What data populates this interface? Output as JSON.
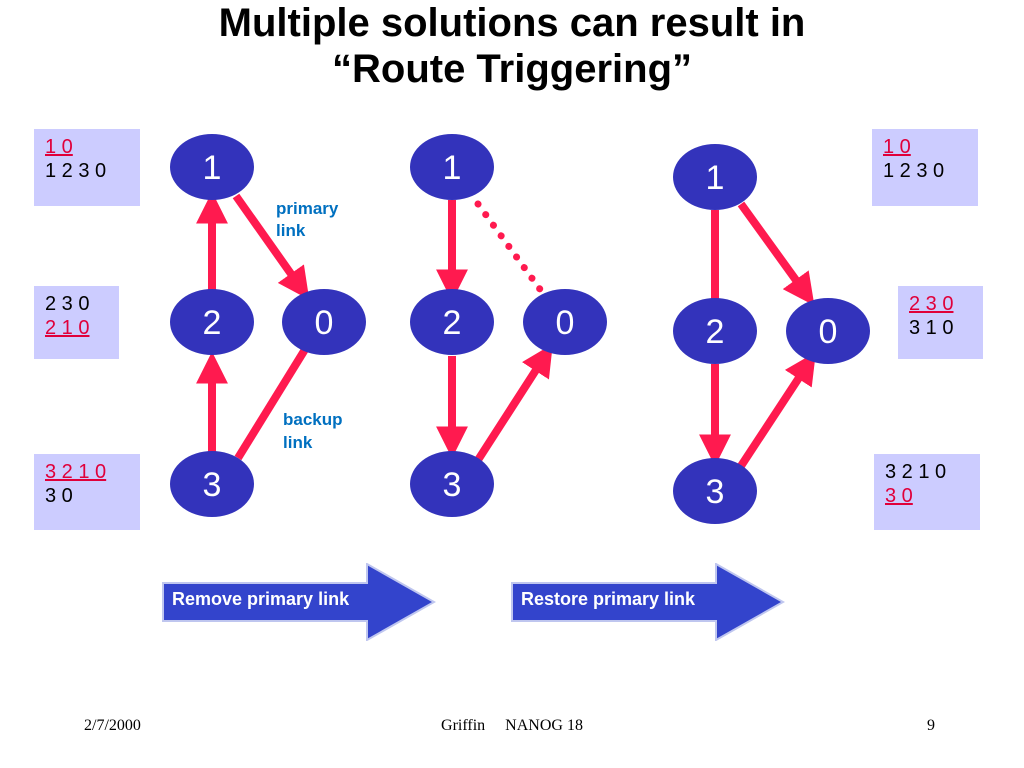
{
  "title": {
    "line1": "Multiple solutions can result in",
    "line2": "“Route Triggering”"
  },
  "colors": {
    "node": "#3333bb",
    "edge": "#ff1a4f",
    "table_bg": "#ccccff",
    "selected": "#e0003a",
    "button": "#3344cc",
    "link_label": "#0070c0"
  },
  "diagrams": [
    {
      "nodes": {
        "n1": "1",
        "n2": "2",
        "n0": "0",
        "n3": "3"
      },
      "labels": {
        "primary": [
          "primary",
          "link"
        ],
        "backup": [
          "backup",
          "link"
        ]
      }
    },
    {
      "nodes": {
        "n1": "1",
        "n2": "2",
        "n0": "0",
        "n3": "3"
      }
    },
    {
      "nodes": {
        "n1": "1",
        "n2": "2",
        "n0": "0",
        "n3": "3"
      }
    }
  ],
  "tables": {
    "left": [
      {
        "selected": "1 0",
        "other": "1 2 3 0"
      },
      {
        "other": "2 3 0",
        "selected": "2 1 0"
      },
      {
        "selected": "3 2 1 0",
        "other": "3 0"
      }
    ],
    "right": [
      {
        "selected": "1 0",
        "other": "1 2 3 0"
      },
      {
        "selected": "2 3 0",
        "other": "3 1 0"
      },
      {
        "other": "3 2 1 0",
        "selected": "3 0"
      }
    ]
  },
  "buttons": {
    "remove": "Remove primary link",
    "restore": "Restore primary link"
  },
  "footer": {
    "date": "2/7/2000",
    "center": "Griffin     NANOG 18",
    "page": "9"
  }
}
